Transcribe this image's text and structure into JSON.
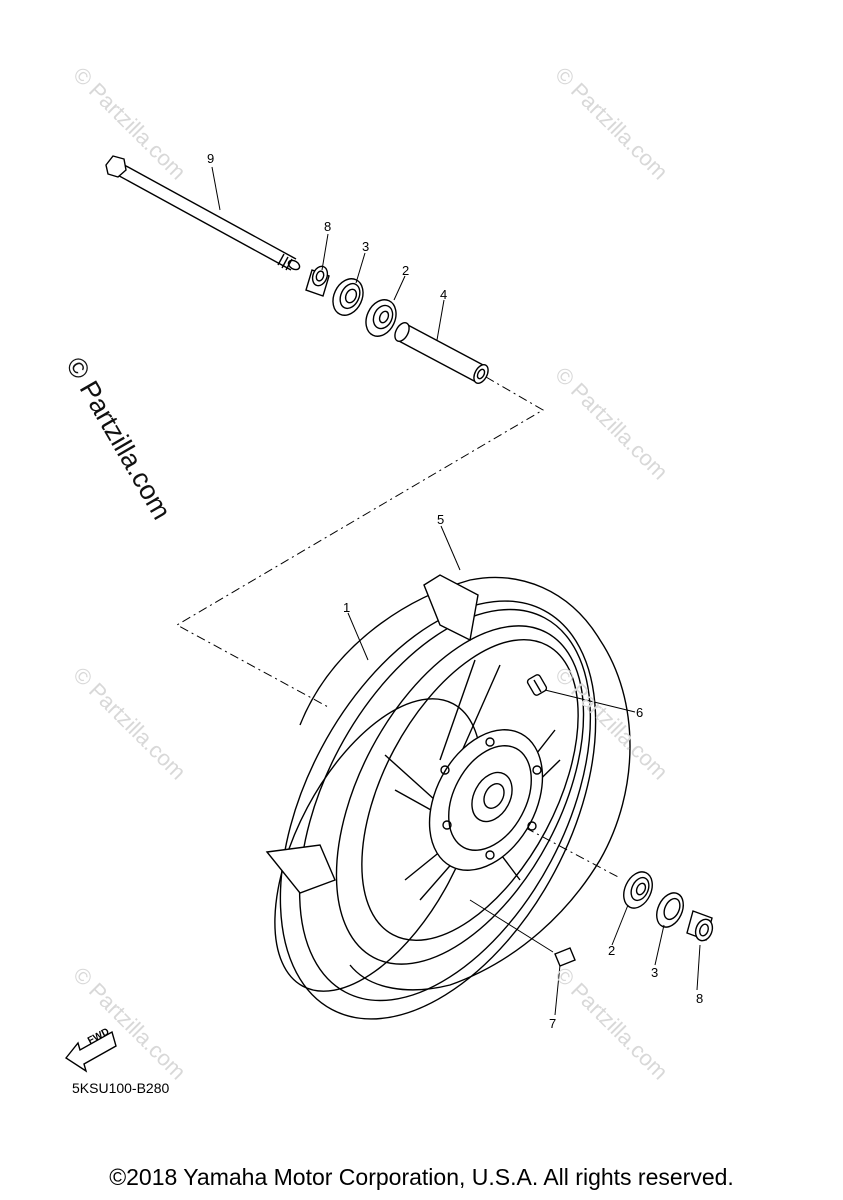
{
  "watermark": "© Partzilla.com",
  "callouts": {
    "c1": "1",
    "c2a": "2",
    "c2b": "2",
    "c3a": "3",
    "c3b": "3",
    "c4": "4",
    "c5": "5",
    "c6": "6",
    "c7": "7",
    "c8a": "8",
    "c8b": "8",
    "c9": "9"
  },
  "fwd_label": "FWD",
  "diagram_code": "5KSU100-B280",
  "copyright": "©2018 Yamaha Motor Corporation, U.S.A. All rights reserved."
}
